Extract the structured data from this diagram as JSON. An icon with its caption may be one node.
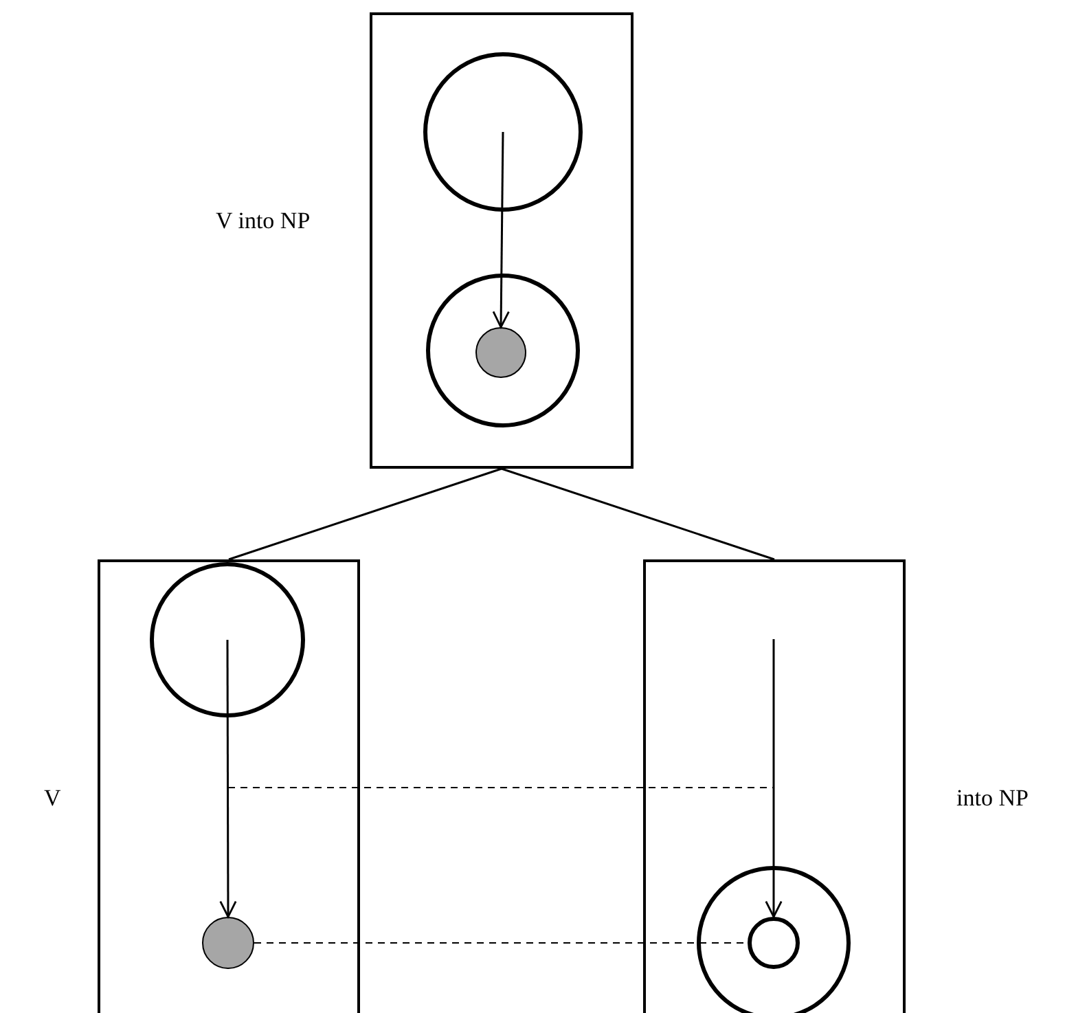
{
  "diagram": {
    "nodes": [
      {
        "text": [],
        "shape": "box",
        "beside": [
          "V into NP"
        ]
      },
      {
        "text": [],
        "shape": "circle",
        "in": 0
      },
      {
        "text": [],
        "shape": "circle",
        "in": 0
      },
      {
        "text": [],
        "shape": "dot",
        "in": 2
      },
      {
        "text": [],
        "shape": "box",
        "beside": [
          "V"
        ]
      },
      {
        "text": [],
        "shape": "circle",
        "in": 4
      },
      {
        "text": [],
        "shape": "dot",
        "in": 4
      },
      {
        "text": [],
        "shape": "box",
        "beside": [
          "into NP"
        ]
      },
      {
        "text": [],
        "shape": "circle",
        "in": 7
      },
      {
        "text": [],
        "shape": "circle",
        "in": 8
      }
    ],
    "edges": [
      {
        "from": 1,
        "to": 3,
        "arrow": "to"
      },
      {
        "from": 0,
        "to": 4,
        "arrow": "none"
      },
      {
        "from": 0,
        "to": 7,
        "arrow": "none"
      },
      {
        "from": 5,
        "to": 6,
        "arrow": "to"
      },
      {
        "from": null,
        "to": 9,
        "arrow": "to"
      },
      {
        "from": 6,
        "to": 9,
        "arrow": "none",
        "style": "dashed"
      }
    ]
  }
}
